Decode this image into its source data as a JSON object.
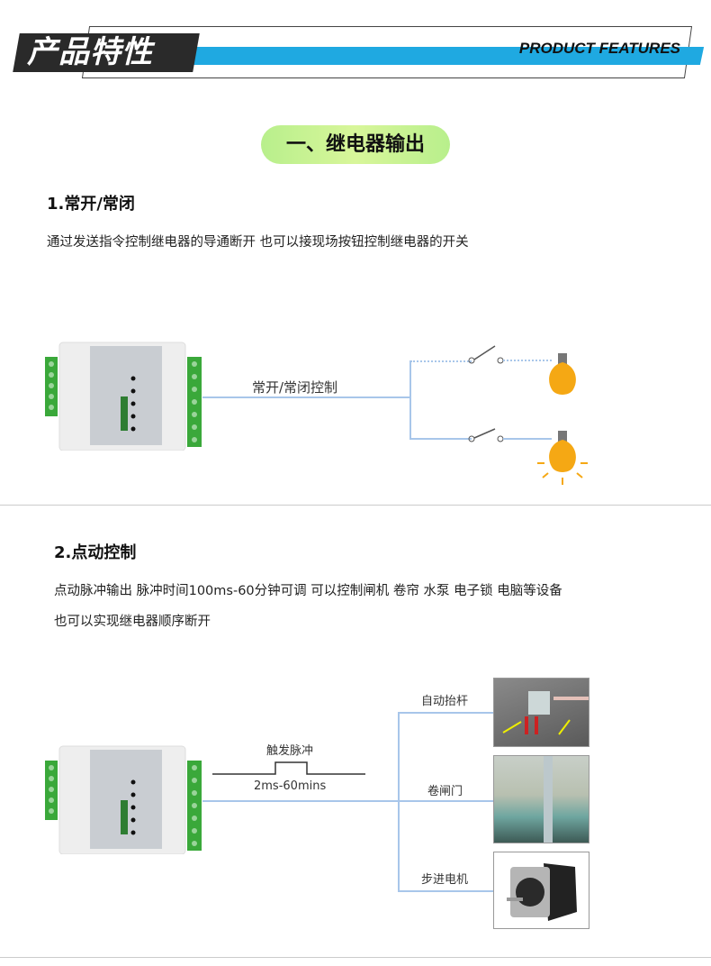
{
  "header": {
    "title_cn": "产品特性",
    "title_en": "PRODUCT FEATURES",
    "accent": "#1fa9e1"
  },
  "section_badge": "一、继电器输出",
  "feature1": {
    "title": "1.常开/常闭",
    "desc": "通过发送指令控制继电器的导通断开  也可以接现场按钮控制继电器的开关",
    "diagram_label": "常开/常闭控制"
  },
  "feature2": {
    "title": "2.点动控制",
    "desc_line1": "点动脉冲输出 脉冲时间100ms-60分钟可调  可以控制闸机 卷帘 水泵 电子锁 电脑等设备",
    "desc_line2": "也可以实现继电器顺序断开",
    "pulse_label": "触发脉冲",
    "pulse_range": "2ms-60mins",
    "targets": [
      "自动抬杆",
      "卷闸门",
      "步进电机"
    ]
  }
}
